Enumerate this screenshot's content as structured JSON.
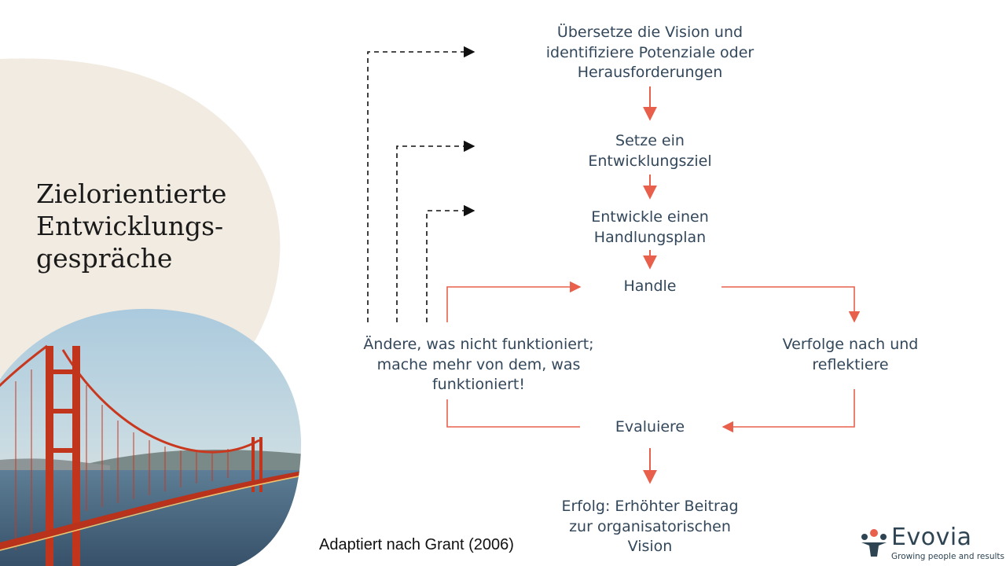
{
  "title": "Zielorientierte Entwicklungs-gespräche",
  "nodes": {
    "vision": "Übersetze die Vision und\nidentifiziere Potenziale oder\nHerausforderungen",
    "goal": "Setze ein\nEntwicklungsziel",
    "plan": "Entwickle einen\nHandlungsplan",
    "act": "Handle",
    "track": "Verfolge nach und\nreflektiere",
    "evaluate": "Evaluiere",
    "change": "Ändere, was nicht funktioniert;\nmache mehr von dem, was\nfunktioniert!",
    "success": "Erfolg: Erhöhter Beitrag\nzur organisatorischen\nVision"
  },
  "source": "Adaptiert nach Grant (2006)",
  "logo": {
    "name": "Evovia",
    "tagline": "Growing people and results"
  },
  "colors": {
    "arrow": "#e8604c",
    "text": "#33475b",
    "blob": "#f2ebe1",
    "dashed": "#111111"
  }
}
